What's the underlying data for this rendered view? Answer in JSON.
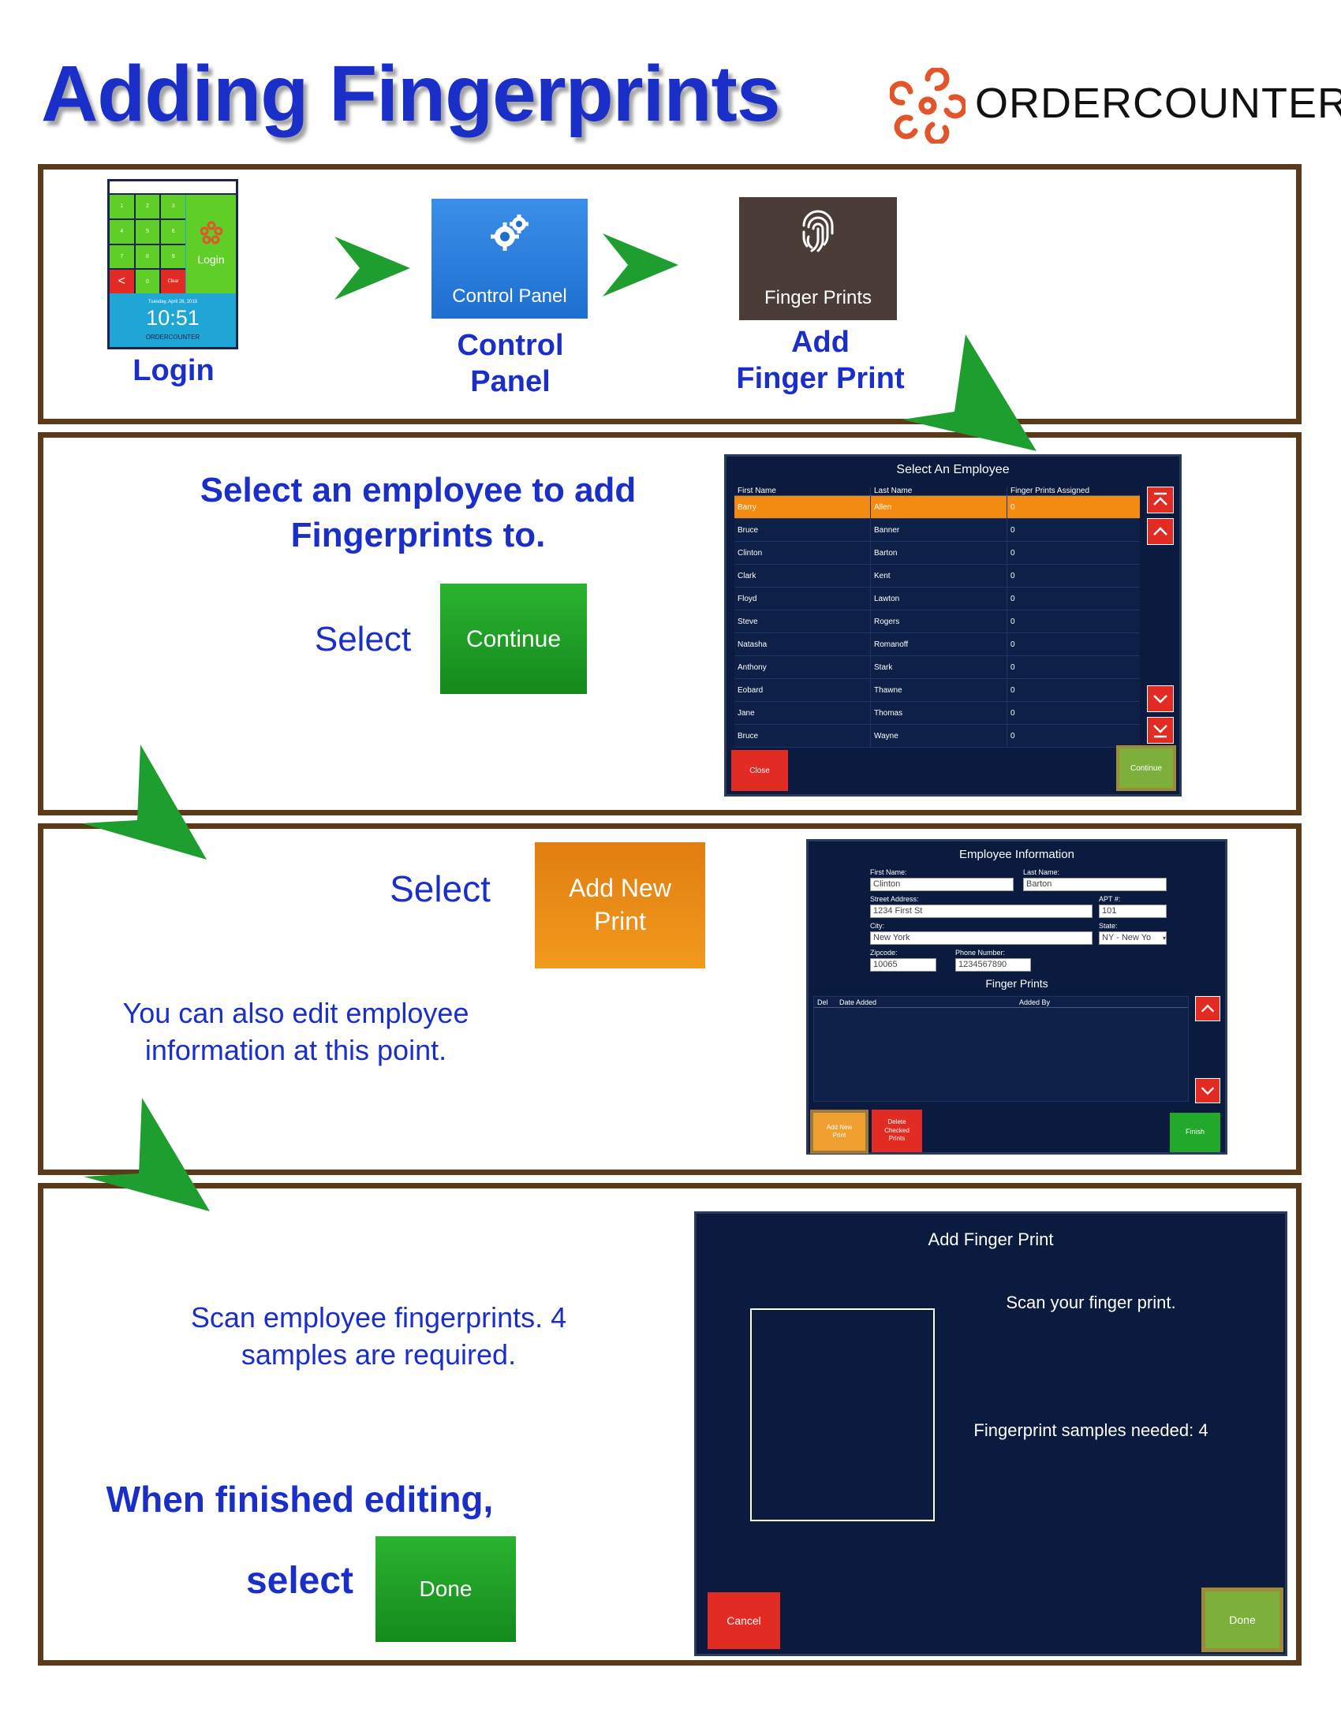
{
  "page": {
    "title": "Adding Fingerprints",
    "logo_text_first": "Order",
    "logo_text_second": "Counter",
    "colors": {
      "title": "#1a2ec8",
      "frame": "#5b3a1a",
      "arrow": "#1e9e2e",
      "screen": "#0b1a3f",
      "orange": "#f38a12",
      "green": "#22a82a",
      "red": "#e22b22"
    }
  },
  "step1": {
    "login_caption": "Login",
    "control_panel_tile": "Control Panel",
    "control_panel_caption_1": "Control",
    "control_panel_caption_2": "Panel",
    "finger_prints_tile": "Finger Prints",
    "add_caption_1": "Add",
    "add_caption_2": "Finger Print",
    "login_widget": {
      "keys": [
        "1",
        "2",
        "3",
        "4",
        "5",
        "6",
        "7",
        "8",
        "9",
        "<",
        "0",
        "Clear"
      ],
      "login_label": "Login",
      "date": "Tuesday, April 28, 2015",
      "time": "10:51",
      "brand": "OrderCounter"
    }
  },
  "step2": {
    "instruction_line1": "Select an employee to add",
    "instruction_line2": "Fingerprints to.",
    "select_label": "Select",
    "continue_button": "Continue",
    "dialog": {
      "title": "Select An Employee",
      "columns": [
        "First Name",
        "Last Name",
        "Finger Prints Assigned"
      ],
      "rows": [
        [
          "Barry",
          "Allen",
          "0"
        ],
        [
          "Bruce",
          "Banner",
          "0"
        ],
        [
          "Clinton",
          "Barton",
          "0"
        ],
        [
          "Clark",
          "Kent",
          "0"
        ],
        [
          "Floyd",
          "Lawton",
          "0"
        ],
        [
          "Steve",
          "Rogers",
          "0"
        ],
        [
          "Natasha",
          "Romanoff",
          "0"
        ],
        [
          "Anthony",
          "Stark",
          "0"
        ],
        [
          "Eobard",
          "Thawne",
          "0"
        ],
        [
          "Jane",
          "Thomas",
          "0"
        ],
        [
          "Bruce",
          "Wayne",
          "0"
        ]
      ],
      "close_button": "Close",
      "continue_button": "Continue"
    }
  },
  "step3": {
    "select_label": "Select",
    "add_new_print_button": "Add New Print",
    "note_line1": "You can also edit employee",
    "note_line2": "information at this point.",
    "dialog": {
      "title": "Employee Information",
      "first_name_label": "First Name:",
      "first_name": "Clinton",
      "last_name_label": "Last Name:",
      "last_name": "Barton",
      "street_label": "Street Address:",
      "street": "1234 First St",
      "apt_label": "APT #:",
      "apt": "101",
      "city_label": "City:",
      "city": "New York",
      "state_label": "State:",
      "state": "NY - New Yo",
      "zip_label": "Zipcode:",
      "zip": "10065",
      "phone_label": "Phone Number:",
      "phone": "1234567890",
      "prints_title": "Finger Prints",
      "columns": [
        "Del",
        "Date Added",
        "Added By"
      ],
      "add_new_print": "Add New Print",
      "delete_checked": "Delete Checked Prints",
      "finish": "Finish"
    }
  },
  "step4": {
    "scan_line1": "Scan employee fingerprints. 4",
    "scan_line2": "samples are required.",
    "finished_line": "When finished editing,",
    "select_label": "select",
    "done_button": "Done",
    "dialog": {
      "title": "Add Finger Print",
      "scan_prompt": "Scan your finger print.",
      "samples_needed": "Fingerprint samples needed: 4",
      "cancel_button": "Cancel",
      "done_button": "Done"
    }
  }
}
